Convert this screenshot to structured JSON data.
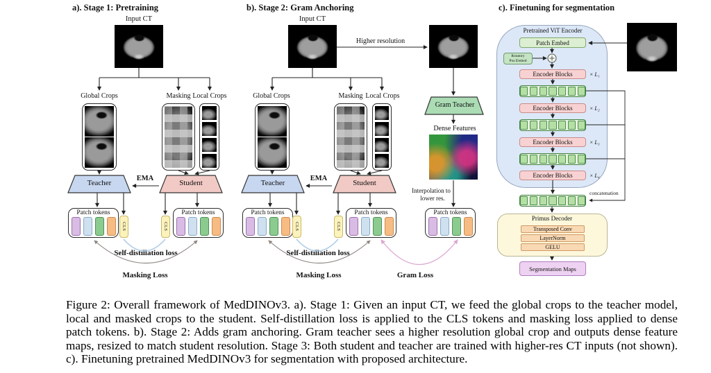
{
  "figure": {
    "caption": "Figure 2: Overall framework of MedDINOv3. a). Stage 1: Given an input CT, we feed the global crops to the teacher model, local and masked crops to the student. Self-distillation loss is applied to the CLS tokens and masking loss applied to dense patch tokens. b). Stage 2: Adds gram anchoring. Gram teacher sees a higher resolution global crop and outputs dense feature maps, resized to match student resolution. Stage 3: Both student and teacher are trained with higher-res CT inputs (not shown). c). Finetuning pretrained MedDINOv3 for segmentation with proposed architecture."
  },
  "panel_a": {
    "title": "a). Stage 1: Pretraining",
    "input_ct": "Input CT",
    "global_crops": "Global Crops",
    "masking": "Masking",
    "local_crops": "Local Crops",
    "teacher": "Teacher",
    "student": "Student",
    "ema": "EMA",
    "patch_tokens": "Patch tokens",
    "cls": "CLS",
    "self_distillation_loss": "Self-distillation loss",
    "masking_loss": "Masking Loss"
  },
  "panel_b": {
    "title": "b). Stage 2: Gram Anchoring",
    "input_ct": "Input CT",
    "higher_resolution": "Higher resolution",
    "global_crops": "Global Crops",
    "masking": "Masking",
    "local_crops": "Local Crops",
    "teacher": "Teacher",
    "student": "Student",
    "ema": "EMA",
    "gram_teacher": "Gram Teacher",
    "dense_features": "Dense Features",
    "interpolation_line1": "Interpolation to",
    "interpolation_line2": "lower res.",
    "patch_tokens": "Patch tokens",
    "cls": "CLS",
    "self_distillation_loss": "Self-distillation loss",
    "masking_loss": "Masking Loss",
    "gram_loss": "Gram Loss"
  },
  "panel_c": {
    "title": "c). Finetuning for segmentation",
    "encoder_title": "Pretrained ViT Encoder",
    "patch_embed": "Patch Embed",
    "rotary_line1": "Rotatory",
    "rotary_line2": "Pos Embed",
    "encoder_blocks": "Encoder Blocks",
    "l1": "× L₁",
    "l2": "× L₂",
    "l3": "× L₃",
    "l4": "× L₄",
    "concatenation": "concatenation",
    "primus_decoder": "Primus Decoder",
    "transposed_conv": "Transposed Conv",
    "layer_norm": "LayerNorm",
    "gelu": "GELU",
    "segmentation_maps": "Segmentation Maps"
  },
  "colors": {
    "teacher": "#c7d7f0",
    "student": "#f2cac5",
    "gram_teacher": "#abdcb4",
    "cls_token": "#fbf2bc",
    "patch_token_purple": "#d9bce4",
    "patch_token_blue": "#cfe0ef",
    "patch_token_green": "#8ccb8f",
    "patch_token_orange": "#f6bc84",
    "encoder_panel": "#dce8f7",
    "patch_embed": "#ddefd2",
    "encoder_blocks": "#f8d2d2",
    "feature_tokens": "#b5dfa5",
    "primus_decoder": "#fdf8dc",
    "decoder_ops": "#f9d9b4",
    "segmentation_maps": "#eed2f2",
    "self_distillation_arc": "#aecce8",
    "masking_arc": "#8d8580",
    "gram_arc": "#dba8d2"
  }
}
